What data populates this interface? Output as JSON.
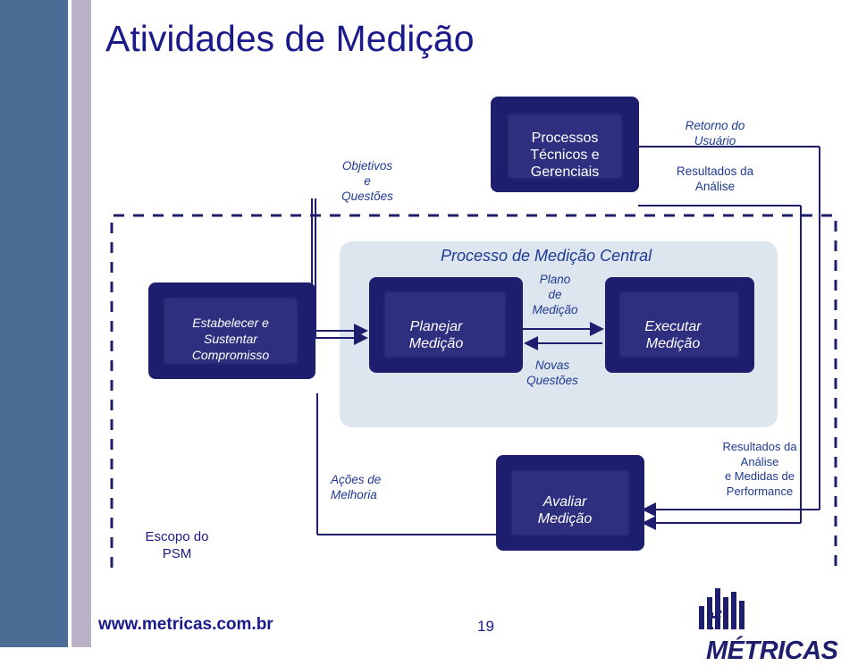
{
  "slide": {
    "title": "Atividades de Medição",
    "page_number": "19",
    "footer_url": "www.metricas.com.br",
    "logo_text": "ti MÉTRICAS"
  },
  "labels": {
    "objetivos": [
      "Objetivos",
      "e",
      "Questões"
    ],
    "retorno": [
      "Retorno do",
      "Usuário"
    ],
    "resultados_top": [
      "Resultados da",
      "Análise"
    ],
    "central_title": "Processo de Medição Central",
    "plano": [
      "Plano",
      "de",
      "Medição"
    ],
    "novas": [
      "Novas",
      "Questões"
    ],
    "acoes": [
      "Ações de",
      "Melhoria"
    ],
    "resultados_bottom": [
      "Resultados da",
      "Análise",
      "e Medidas de",
      "Performance"
    ],
    "escopo": [
      "Escopo do",
      "PSM"
    ]
  },
  "boxes": {
    "processos": [
      "Processos",
      "Técnicos e",
      "Gerenciais"
    ],
    "estabelecer": [
      "Estabelecer e",
      "Sustentar",
      "Compromisso"
    ],
    "planejar": [
      "Planejar",
      "Medição"
    ],
    "executar": [
      "Executar",
      "Medição"
    ],
    "avaliar": [
      "Avaliar",
      "Medição"
    ]
  },
  "colors": {
    "box_dark": "#1e1e6e",
    "box_fill": "#2f2f80",
    "line": "#1e1e6e",
    "label": "#1f3a93",
    "central_bg": "#dde5ee"
  }
}
